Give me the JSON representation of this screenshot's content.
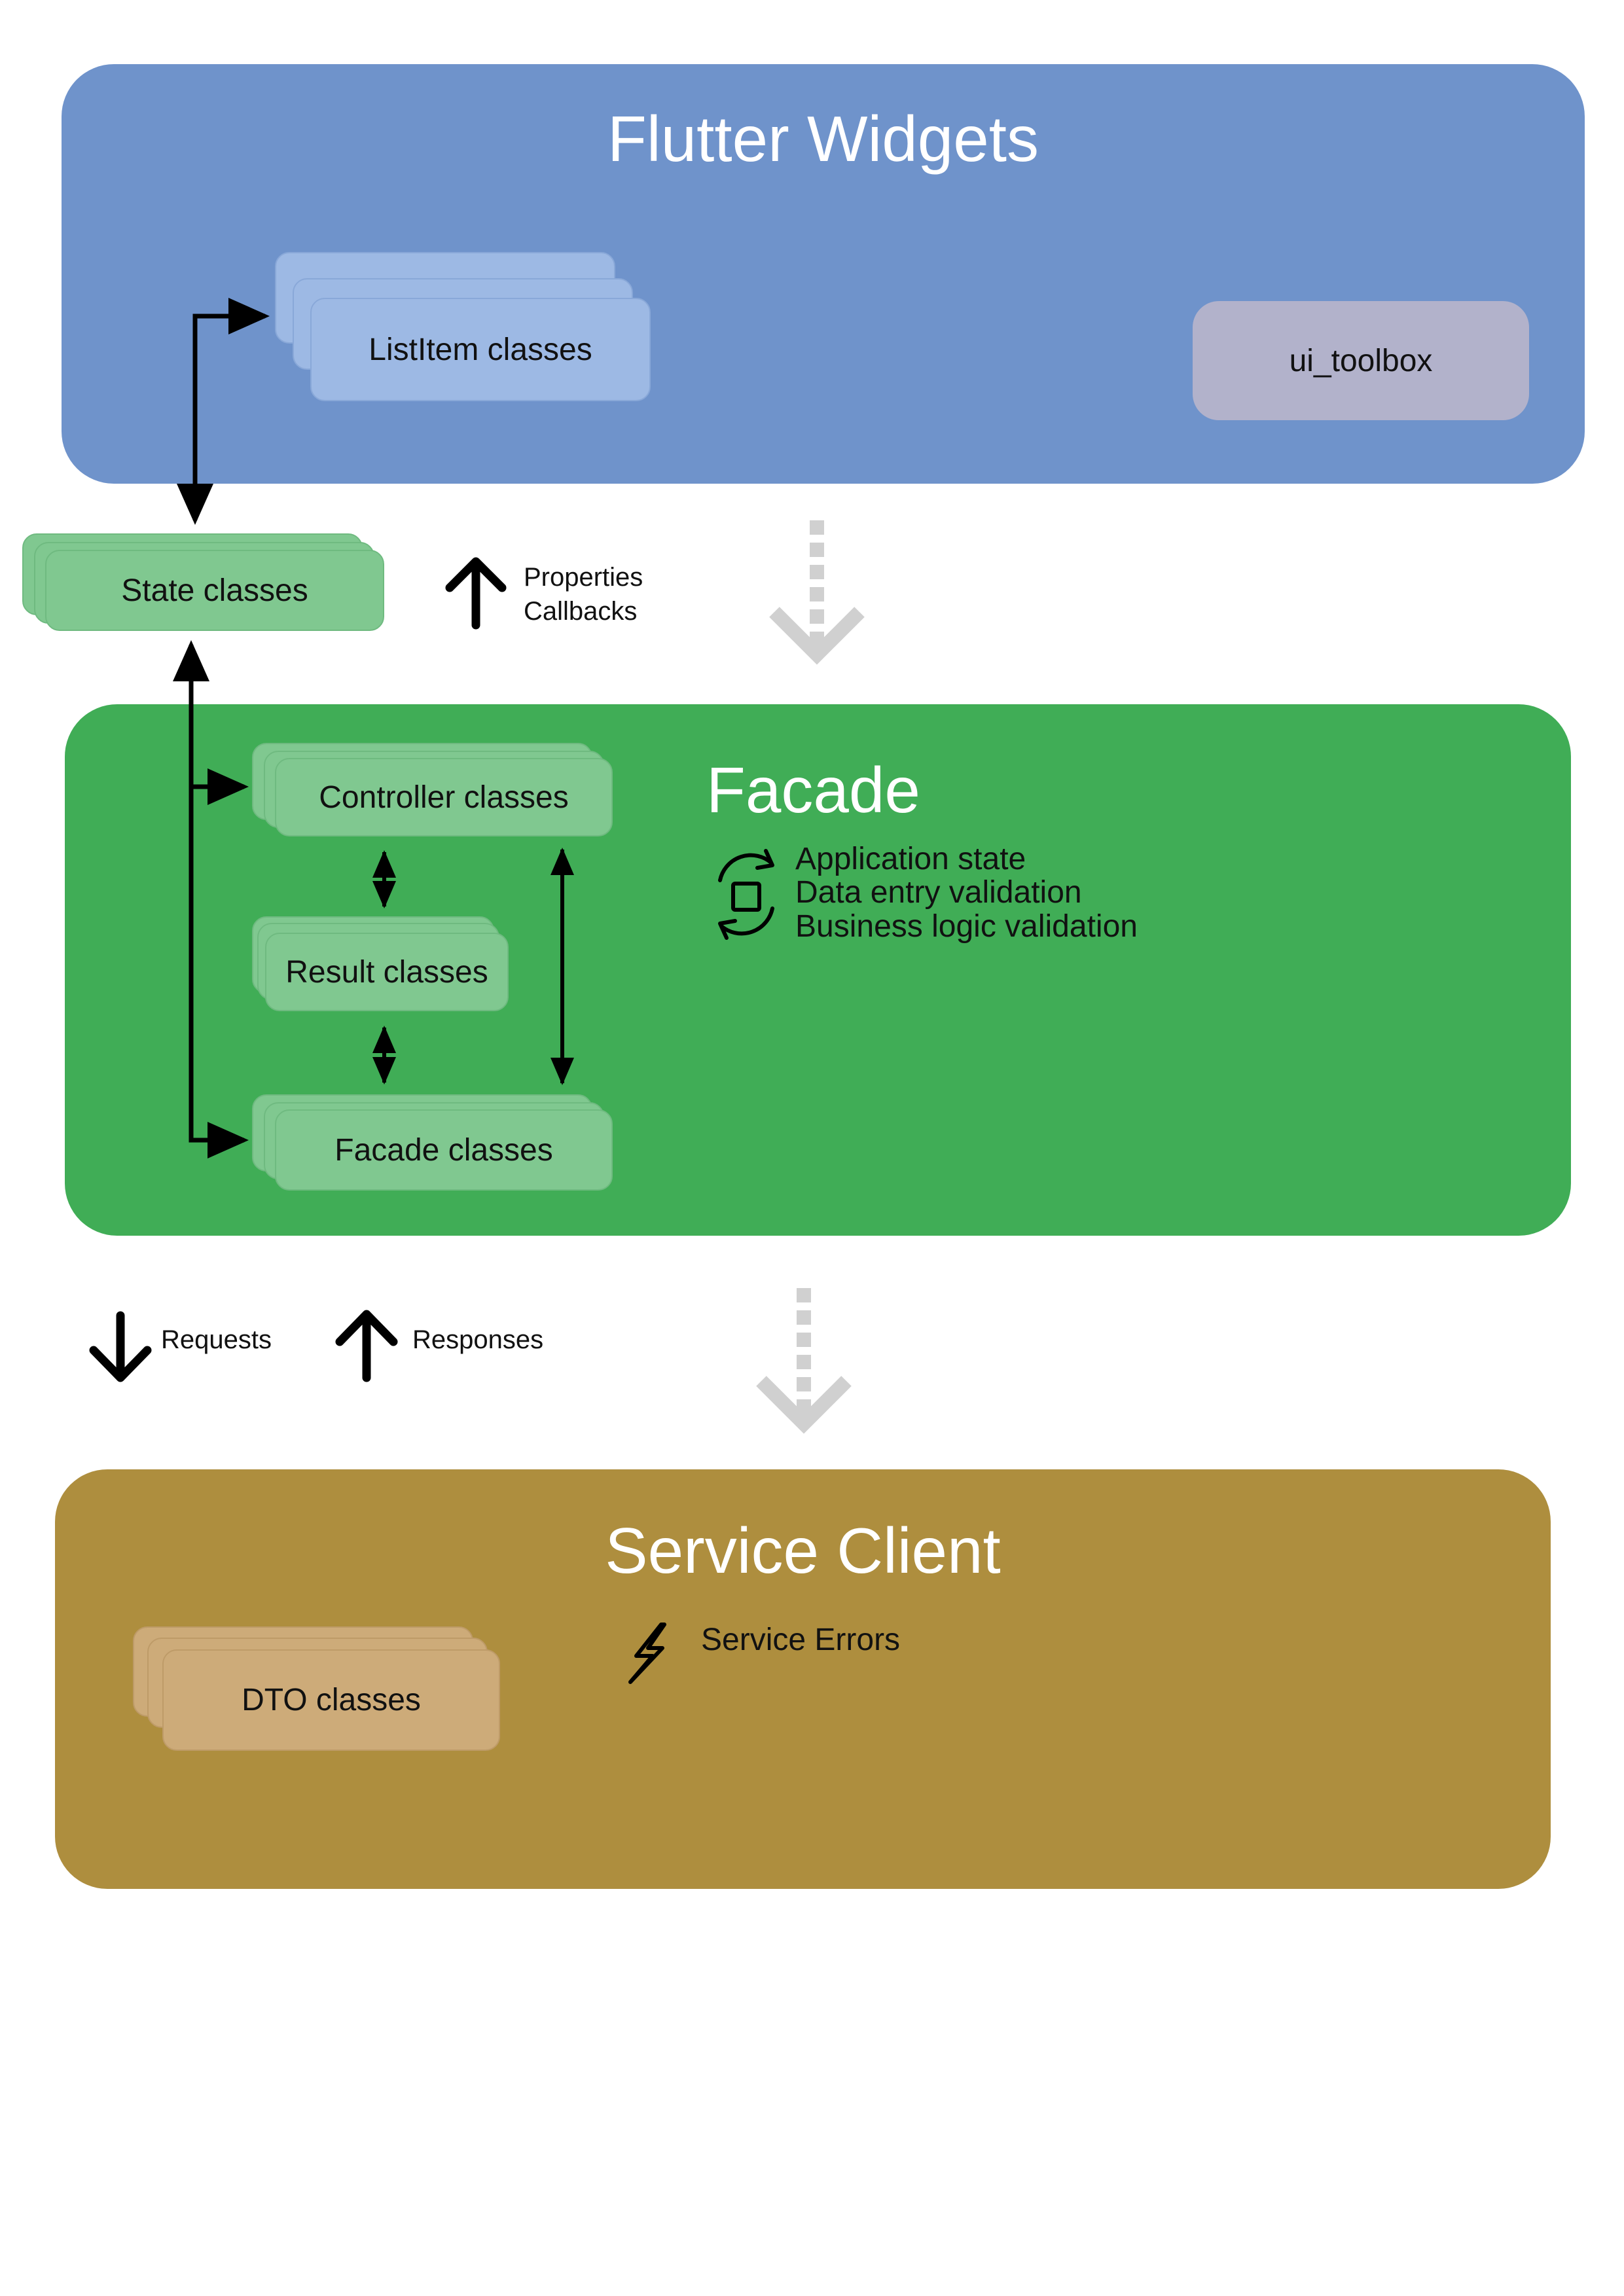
{
  "layers": {
    "flutter": {
      "title": "Flutter Widgets",
      "color": "#6f93cb",
      "listitem_label": "ListItem classes",
      "toolbox_label": "ui_toolbox"
    },
    "state": {
      "label": "State classes"
    },
    "flow_properties": {
      "line1": "Properties",
      "line2": "Callbacks"
    },
    "facade": {
      "title": "Facade",
      "color": "#40ad56",
      "controller_label": "Controller classes",
      "result_label": "Result classes",
      "facade_label": "Facade classes",
      "notes": [
        "Application state",
        "Data entry validation",
        "Business logic validation"
      ]
    },
    "flow_requests": {
      "requests": "Requests",
      "responses": "Responses"
    },
    "service": {
      "title": "Service Client",
      "color": "#ae8e3e",
      "dto_label": "DTO classes",
      "errors_label": "Service Errors"
    }
  }
}
